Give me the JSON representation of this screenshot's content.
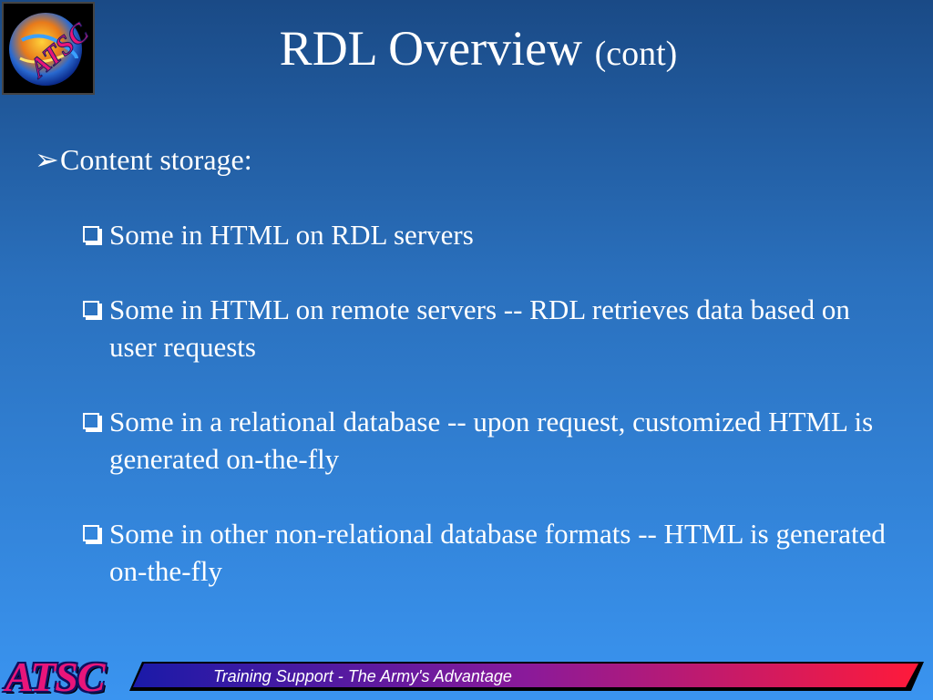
{
  "logo": {
    "text": "ATSC",
    "icon": "globe-logo-icon"
  },
  "title": {
    "main": "RDL Overview",
    "suffix": "(cont)"
  },
  "bullet": {
    "marker": "➢",
    "text": "Content storage:"
  },
  "sub_bullets": [
    {
      "text": "Some in HTML on RDL servers"
    },
    {
      "text": "Some in HTML on remote servers -- RDL retrieves data based on user requests"
    },
    {
      "text": "Some in a relational database -- upon request, customized HTML is generated on-the-fly"
    },
    {
      "text": "Some in other non-relational database formats -- HTML is generated on-the-fly"
    }
  ],
  "footer": {
    "logo_text": "ATSC",
    "tagline": "Training Support  - The Army's Advantage"
  },
  "colors": {
    "background_top": "#1a4a86",
    "background_bottom": "#3a94f0",
    "footer_gradient_start": "#1a1aa8",
    "footer_gradient_end": "#ff1a3a",
    "footer_logo": "#e8157a"
  }
}
